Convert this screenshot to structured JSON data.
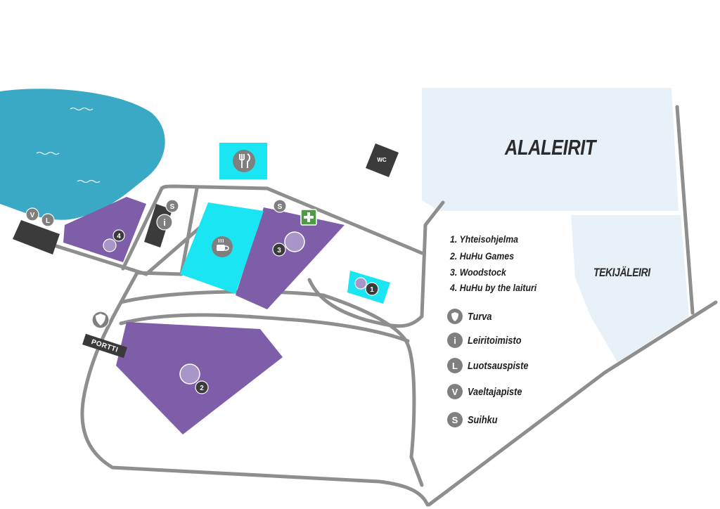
{
  "areas": {
    "alaleirit": "ALALEIRIT",
    "tekijaleiri": "TEKIJÄLEIRI"
  },
  "gate_label": "PORTTI",
  "toilet_label": "WC",
  "markers": {
    "shower": "S",
    "info": "i",
    "guide": "L",
    "hiker": "V",
    "stage_1": "1",
    "stage_2": "2",
    "stage_3": "3",
    "stage_4": "4"
  },
  "legend": {
    "programs": [
      "1. Yhteisohjelma",
      "2. HuHu Games",
      "3. Woodstock",
      "4. HuHu by the laituri"
    ],
    "symbols": [
      {
        "badge": "",
        "icon": "shield-icon",
        "label": "Turva"
      },
      {
        "badge": "i",
        "icon": "info-icon",
        "label": "Leiritoimisto"
      },
      {
        "badge": "L",
        "icon": "guide-point-icon",
        "label": "Luotsauspiste"
      },
      {
        "badge": "V",
        "icon": "hiker-point-icon",
        "label": "Vaeltajapiste"
      },
      {
        "badge": "S",
        "icon": "shower-icon",
        "label": "Suihku"
      }
    ]
  },
  "colors": {
    "lake": "#3aa9c6",
    "camp_area": "#e8f1f8",
    "program_area": "#7f5ea9",
    "cafe_area": "#19e6f2",
    "road": "#8e8e8e",
    "building": "#3b3b3b",
    "marker": "#7f7f80",
    "first_aid": "#4e9a45"
  }
}
